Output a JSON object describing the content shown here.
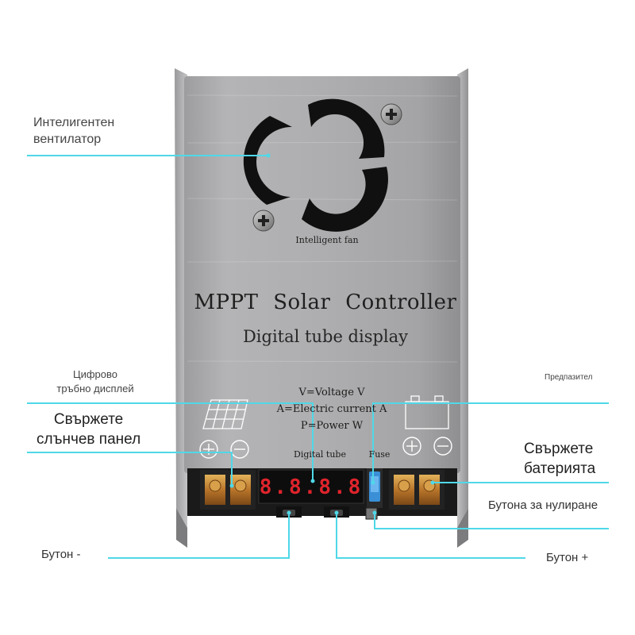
{
  "device": {
    "fan_label": "Intelligent fan",
    "title": "MPPT Solar Controller",
    "subtitle": "Digital tube display",
    "legend": [
      "V=Voltage V",
      "A=Electric current A",
      "P=Power W"
    ],
    "digital_tube_label": "Digital tube",
    "fuse_label": "Fuse",
    "display_readout": "8.8.8.8"
  },
  "callouts": {
    "fan": [
      "Интелигентен",
      "вентилатор"
    ],
    "digital_display": [
      "Цифрово",
      "тръбно дисплей"
    ],
    "solar_panel": [
      "Свържете",
      "слънчев панел"
    ],
    "fuse": "Предпазител",
    "battery": [
      "Свържете",
      "батерията"
    ],
    "reset_button": "Бутона за нулиране",
    "button_minus": "Бутон -",
    "button_plus": "Бутон +"
  },
  "colors": {
    "callout_line": "#4fd8e8",
    "panel": "#a9a9ab",
    "display_digits": "#e0242c",
    "terminals": "#c8872e"
  },
  "icons": [
    "fan-icon",
    "screw-icon",
    "solar-panel-icon",
    "battery-icon",
    "plus-circle-icon",
    "minus-circle-icon"
  ]
}
